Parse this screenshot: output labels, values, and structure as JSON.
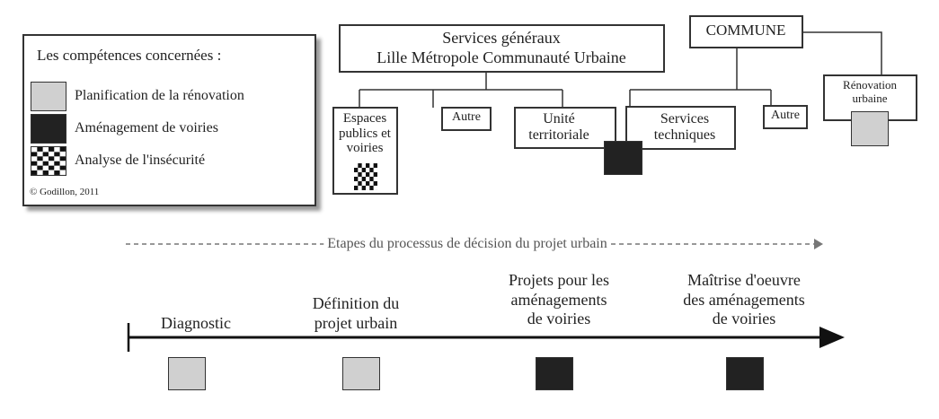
{
  "legend": {
    "title": "Les compétences concernées :",
    "items": [
      {
        "label": "Planification de la rénovation",
        "pattern": "light-gray",
        "color": "#d0d0d0"
      },
      {
        "label": "Aménagement de voiries",
        "pattern": "dark",
        "color": "#222222"
      },
      {
        "label": "Analyse de l'insécurité",
        "pattern": "checker"
      }
    ],
    "copyright": "© Godillon, 2011"
  },
  "org": {
    "services_generaux": [
      "Services généraux",
      "Lille Métropole Communauté Urbaine"
    ],
    "espaces": [
      "Espaces",
      "publics et",
      "voiries"
    ],
    "autre1": "Autre",
    "unite": [
      "Unité",
      "territoriale"
    ],
    "commune": "COMMUNE",
    "services_techniques": [
      "Services",
      "techniques"
    ],
    "autre2": "Autre",
    "renovation": [
      "Rénovation",
      "urbaine"
    ]
  },
  "process": {
    "title": "Etapes du processus de décision du projet urbain",
    "steps": [
      {
        "lines": [
          "Diagnostic"
        ],
        "competence": "light-gray"
      },
      {
        "lines": [
          "Définition du",
          "projet urbain"
        ],
        "competence": "light-gray"
      },
      {
        "lines": [
          "Projets pour les",
          "aménagements",
          "de voiries"
        ],
        "competence": "dark"
      },
      {
        "lines": [
          "Maîtrise d'oeuvre",
          "des aménagements",
          "de voiries"
        ],
        "competence": "dark"
      }
    ]
  }
}
